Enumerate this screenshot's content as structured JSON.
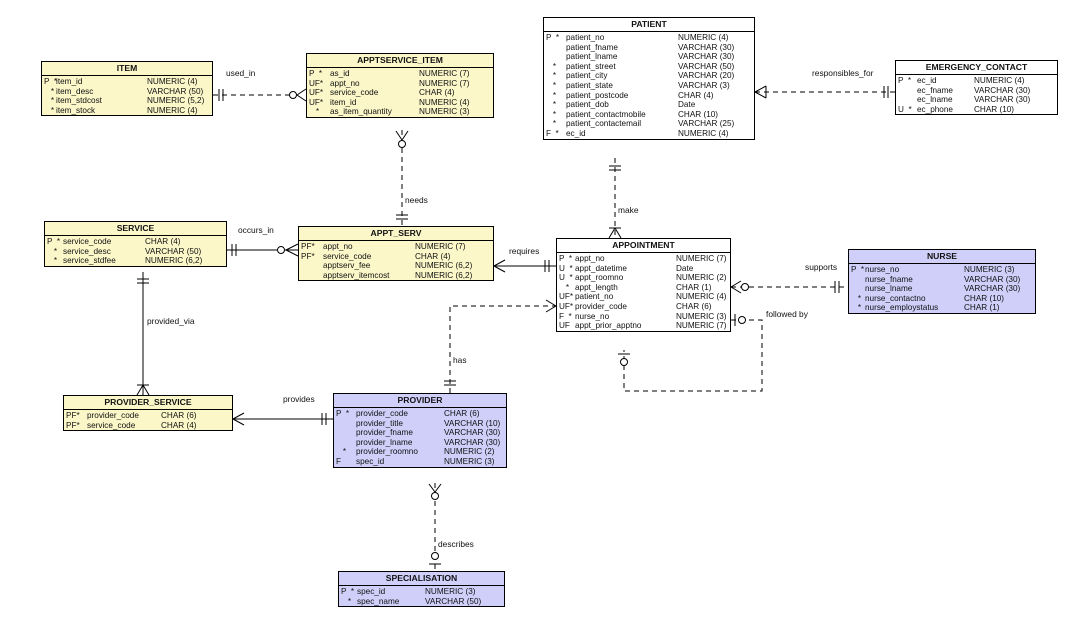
{
  "entities": {
    "item": {
      "title": "ITEM",
      "rows": [
        {
          "flags": "P  *",
          "name": "item_id",
          "type": "NUMERIC (4)"
        },
        {
          "flags": "   *",
          "name": "item_desc",
          "type": "VARCHAR (50)"
        },
        {
          "flags": "   *",
          "name": "item_stdcost",
          "type": "NUMERIC (5,2)"
        },
        {
          "flags": "   *",
          "name": "item_stock",
          "type": "NUMERIC (4)"
        }
      ]
    },
    "apptservice_item": {
      "title": "APPTSERVICE_ITEM",
      "rows": [
        {
          "flags": "P  *",
          "name": "as_id",
          "type": "NUMERIC (7)"
        },
        {
          "flags": "UF*",
          "name": "appt_no",
          "type": "NUMERIC (7)"
        },
        {
          "flags": "UF*",
          "name": "service_code",
          "type": "CHAR (4)"
        },
        {
          "flags": "UF*",
          "name": "item_id",
          "type": "NUMERIC (4)"
        },
        {
          "flags": "   *",
          "name": "as_item_quantity",
          "type": "NUMERIC (3)"
        }
      ]
    },
    "patient": {
      "title": "PATIENT",
      "rows": [
        {
          "flags": "P  *",
          "name": "patient_no",
          "type": "NUMERIC (4)"
        },
        {
          "flags": "",
          "name": "patient_fname",
          "type": "VARCHAR (30)"
        },
        {
          "flags": "",
          "name": "patient_lname",
          "type": "VARCHAR (30)"
        },
        {
          "flags": "   *",
          "name": "patient_street",
          "type": "VARCHAR (50)"
        },
        {
          "flags": "   *",
          "name": "patient_city",
          "type": "VARCHAR (20)"
        },
        {
          "flags": "   *",
          "name": "patient_state",
          "type": "VARCHAR (3)"
        },
        {
          "flags": "   *",
          "name": "patient_postcode",
          "type": "CHAR (4)"
        },
        {
          "flags": "   *",
          "name": "patient_dob",
          "type": "Date"
        },
        {
          "flags": "   *",
          "name": "patient_contactmobile",
          "type": "CHAR (10)"
        },
        {
          "flags": "   *",
          "name": "patient_contactemail",
          "type": "VARCHAR (25)"
        },
        {
          "flags": "F  *",
          "name": "ec_id",
          "type": "NUMERIC (4)"
        }
      ]
    },
    "emergency_contact": {
      "title": "EMERGENCY_CONTACT",
      "rows": [
        {
          "flags": "P  *",
          "name": "ec_id",
          "type": "NUMERIC (4)"
        },
        {
          "flags": "",
          "name": "ec_fname",
          "type": "VARCHAR (30)"
        },
        {
          "flags": "",
          "name": "ec_lname",
          "type": "VARCHAR (30)"
        },
        {
          "flags": "U  *",
          "name": "ec_phone",
          "type": "CHAR (10)"
        }
      ]
    },
    "service": {
      "title": "SERVICE",
      "rows": [
        {
          "flags": "P  *",
          "name": "service_code",
          "type": "CHAR (4)"
        },
        {
          "flags": "   *",
          "name": "service_desc",
          "type": "VARCHAR (50)"
        },
        {
          "flags": "   *",
          "name": "service_stdfee",
          "type": "NUMERIC (6,2)"
        }
      ]
    },
    "appt_serv": {
      "title": "APPT_SERV",
      "rows": [
        {
          "flags": "PF*",
          "name": "appt_no",
          "type": "NUMERIC (7)"
        },
        {
          "flags": "PF*",
          "name": "service_code",
          "type": "CHAR (4)"
        },
        {
          "flags": "",
          "name": "apptserv_fee",
          "type": "NUMERIC (6,2)"
        },
        {
          "flags": "",
          "name": "apptserv_itemcost",
          "type": "NUMERIC (6,2)"
        }
      ]
    },
    "appointment": {
      "title": "APPOINTMENT",
      "rows": [
        {
          "flags": "P  *",
          "name": "appt_no",
          "type": "NUMERIC (7)"
        },
        {
          "flags": "U  *",
          "name": "appt_datetime",
          "type": "Date"
        },
        {
          "flags": "U  *",
          "name": "appt_roomno",
          "type": "NUMERIC (2)"
        },
        {
          "flags": "   *",
          "name": "appt_length",
          "type": "CHAR (1)"
        },
        {
          "flags": "UF*",
          "name": "patient_no",
          "type": "NUMERIC (4)"
        },
        {
          "flags": "UF*",
          "name": "provider_code",
          "type": "CHAR (6)"
        },
        {
          "flags": "F  *",
          "name": "nurse_no",
          "type": "NUMERIC (3)"
        },
        {
          "flags": "UF",
          "name": "appt_prior_apptno",
          "type": "NUMERIC (7)"
        }
      ]
    },
    "nurse": {
      "title": "NURSE",
      "rows": [
        {
          "flags": "P  *",
          "name": "nurse_no",
          "type": "NUMERIC (3)"
        },
        {
          "flags": "",
          "name": "nurse_fname",
          "type": "VARCHAR (30)"
        },
        {
          "flags": "",
          "name": "nurse_lname",
          "type": "VARCHAR (30)"
        },
        {
          "flags": "   *",
          "name": "nurse_contactno",
          "type": "CHAR (10)"
        },
        {
          "flags": "   *",
          "name": "nurse_employstatus",
          "type": "CHAR (1)"
        }
      ]
    },
    "provider_service": {
      "title": "PROVIDER_SERVICE",
      "rows": [
        {
          "flags": "PF*",
          "name": "provider_code",
          "type": "CHAR (6)"
        },
        {
          "flags": "PF*",
          "name": "service_code",
          "type": "CHAR (4)"
        }
      ]
    },
    "provider": {
      "title": "PROVIDER",
      "rows": [
        {
          "flags": "P  *",
          "name": "provider_code",
          "type": "CHAR (6)"
        },
        {
          "flags": "",
          "name": "provider_title",
          "type": "VARCHAR (10)"
        },
        {
          "flags": "",
          "name": "provider_fname",
          "type": "VARCHAR (30)"
        },
        {
          "flags": "",
          "name": "provider_lname",
          "type": "VARCHAR (30)"
        },
        {
          "flags": "   *",
          "name": "provider_roomno",
          "type": "NUMERIC (2)"
        },
        {
          "flags": "F",
          "name": "spec_id",
          "type": "NUMERIC (3)"
        }
      ]
    },
    "specialisation": {
      "title": "SPECIALISATION",
      "rows": [
        {
          "flags": "P  *",
          "name": "spec_id",
          "type": "NUMERIC (3)"
        },
        {
          "flags": "   *",
          "name": "spec_name",
          "type": "VARCHAR (50)"
        }
      ]
    }
  },
  "relationships": {
    "used_in": "used_in",
    "responsibles_for": "responsibles_for",
    "needs": "needs",
    "make": "make",
    "occurs_in": "occurs_in",
    "requires": "requires",
    "supports": "supports",
    "followed_by": "followed by",
    "provided_via": "provided_via",
    "has": "has",
    "provides": "provides",
    "describes": "describes"
  },
  "colors": {
    "yellow_entity": "#fbf7c9",
    "blue_entity": "#cfcffa",
    "white_entity": "#ffffff",
    "line": "#000000"
  }
}
